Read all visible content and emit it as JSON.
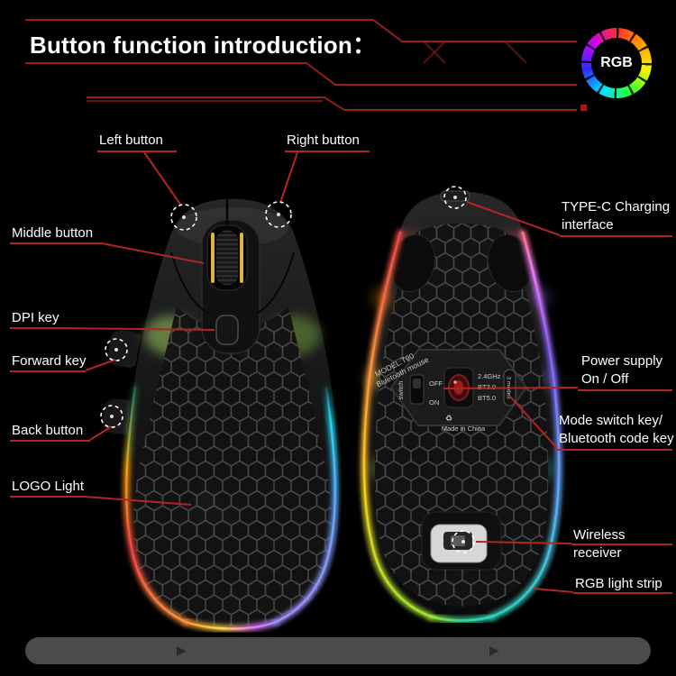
{
  "colors": {
    "background": "#000000",
    "accent_red": "#b32424",
    "text": "#ffffff"
  },
  "header": {
    "title": "Button function introduction：",
    "rgb_badge": "RGB"
  },
  "callouts": {
    "left_button": "Left button",
    "right_button": "Right button",
    "middle_button": "Middle button",
    "dpi_key": "DPI key",
    "forward_key": "Forward key",
    "back_button": "Back button",
    "logo_light": "LOGO Light",
    "type_c_line1": "TYPE-C Charging",
    "type_c_line2": "interface",
    "power_line1": "Power supply",
    "power_line2": "On / Off",
    "mode_line1": "Mode switch key/",
    "mode_line2": "Bluetooth code key",
    "wireless_receiver": "Wireless receiver",
    "rgb_light_strip": "RGB light strip"
  },
  "bottom_label": {
    "model": "MODEL:T90",
    "product": "Bluetooth mouse",
    "switch": "switch",
    "off": "OFF",
    "on": "ON",
    "mode_24g": "2.4GHz",
    "mode_bt3": "BT3.0",
    "mode_bt5": "BT5.0",
    "modes_badge": "3 modes",
    "recycle_icon": "♻",
    "made_in": "Made in China"
  },
  "footer": {
    "play_icon": "▶"
  }
}
